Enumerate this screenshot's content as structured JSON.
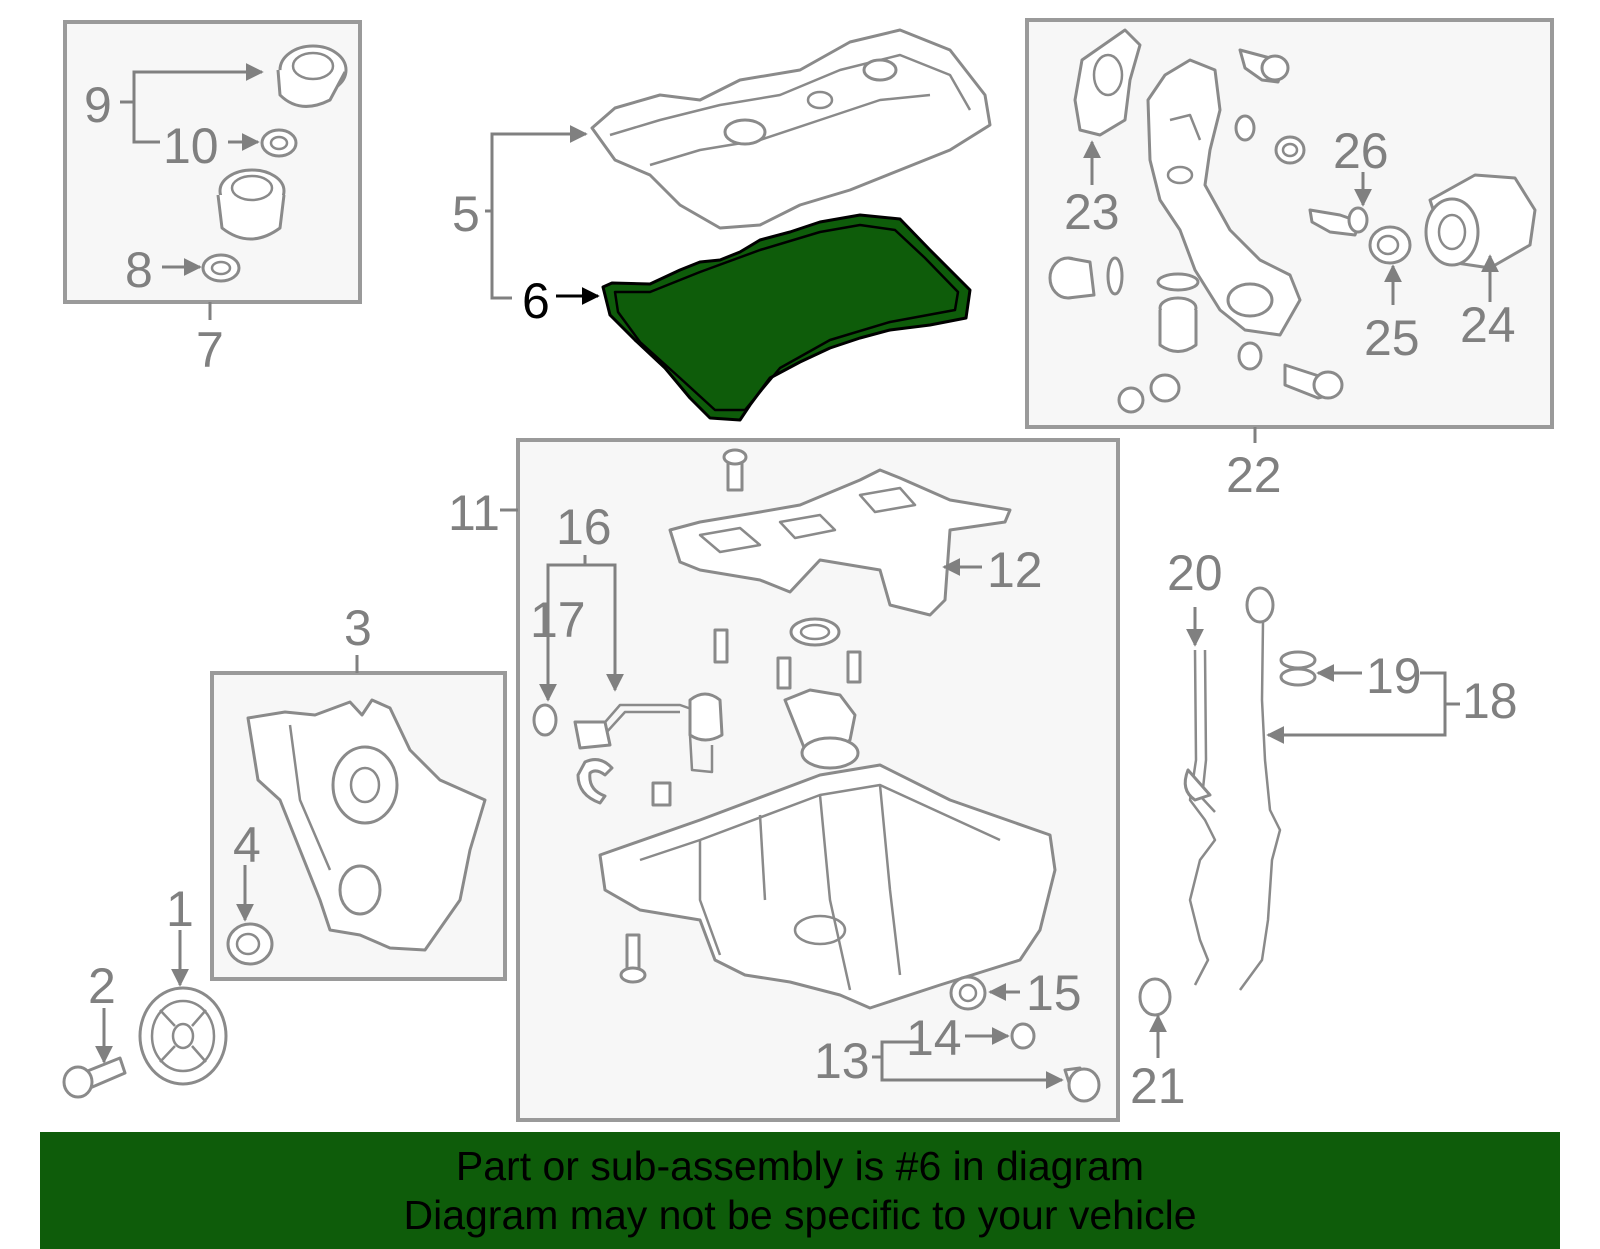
{
  "colors": {
    "highlight": "#0e5c0a",
    "banner_bg": "#0e5c0a",
    "label_gray": "#808080",
    "label_highlight": "#000000",
    "box_fill": "#f7f7f7",
    "box_border": "#9a9a9a"
  },
  "callouts": {
    "c1": "1",
    "c2": "2",
    "c3": "3",
    "c4": "4",
    "c5": "5",
    "c6": "6",
    "c7": "7",
    "c8": "8",
    "c9": "9",
    "c10": "10",
    "c11": "11",
    "c12": "12",
    "c13": "13",
    "c14": "14",
    "c15": "15",
    "c16": "16",
    "c17": "17",
    "c18": "18",
    "c19": "19",
    "c20": "20",
    "c21": "21",
    "c22": "22",
    "c23": "23",
    "c24": "24",
    "c25": "25",
    "c26": "26"
  },
  "highlighted_part": "6",
  "banner": {
    "line1": "Part or sub-assembly is #6 in diagram",
    "line2": "Diagram may not be specific to your vehicle"
  }
}
